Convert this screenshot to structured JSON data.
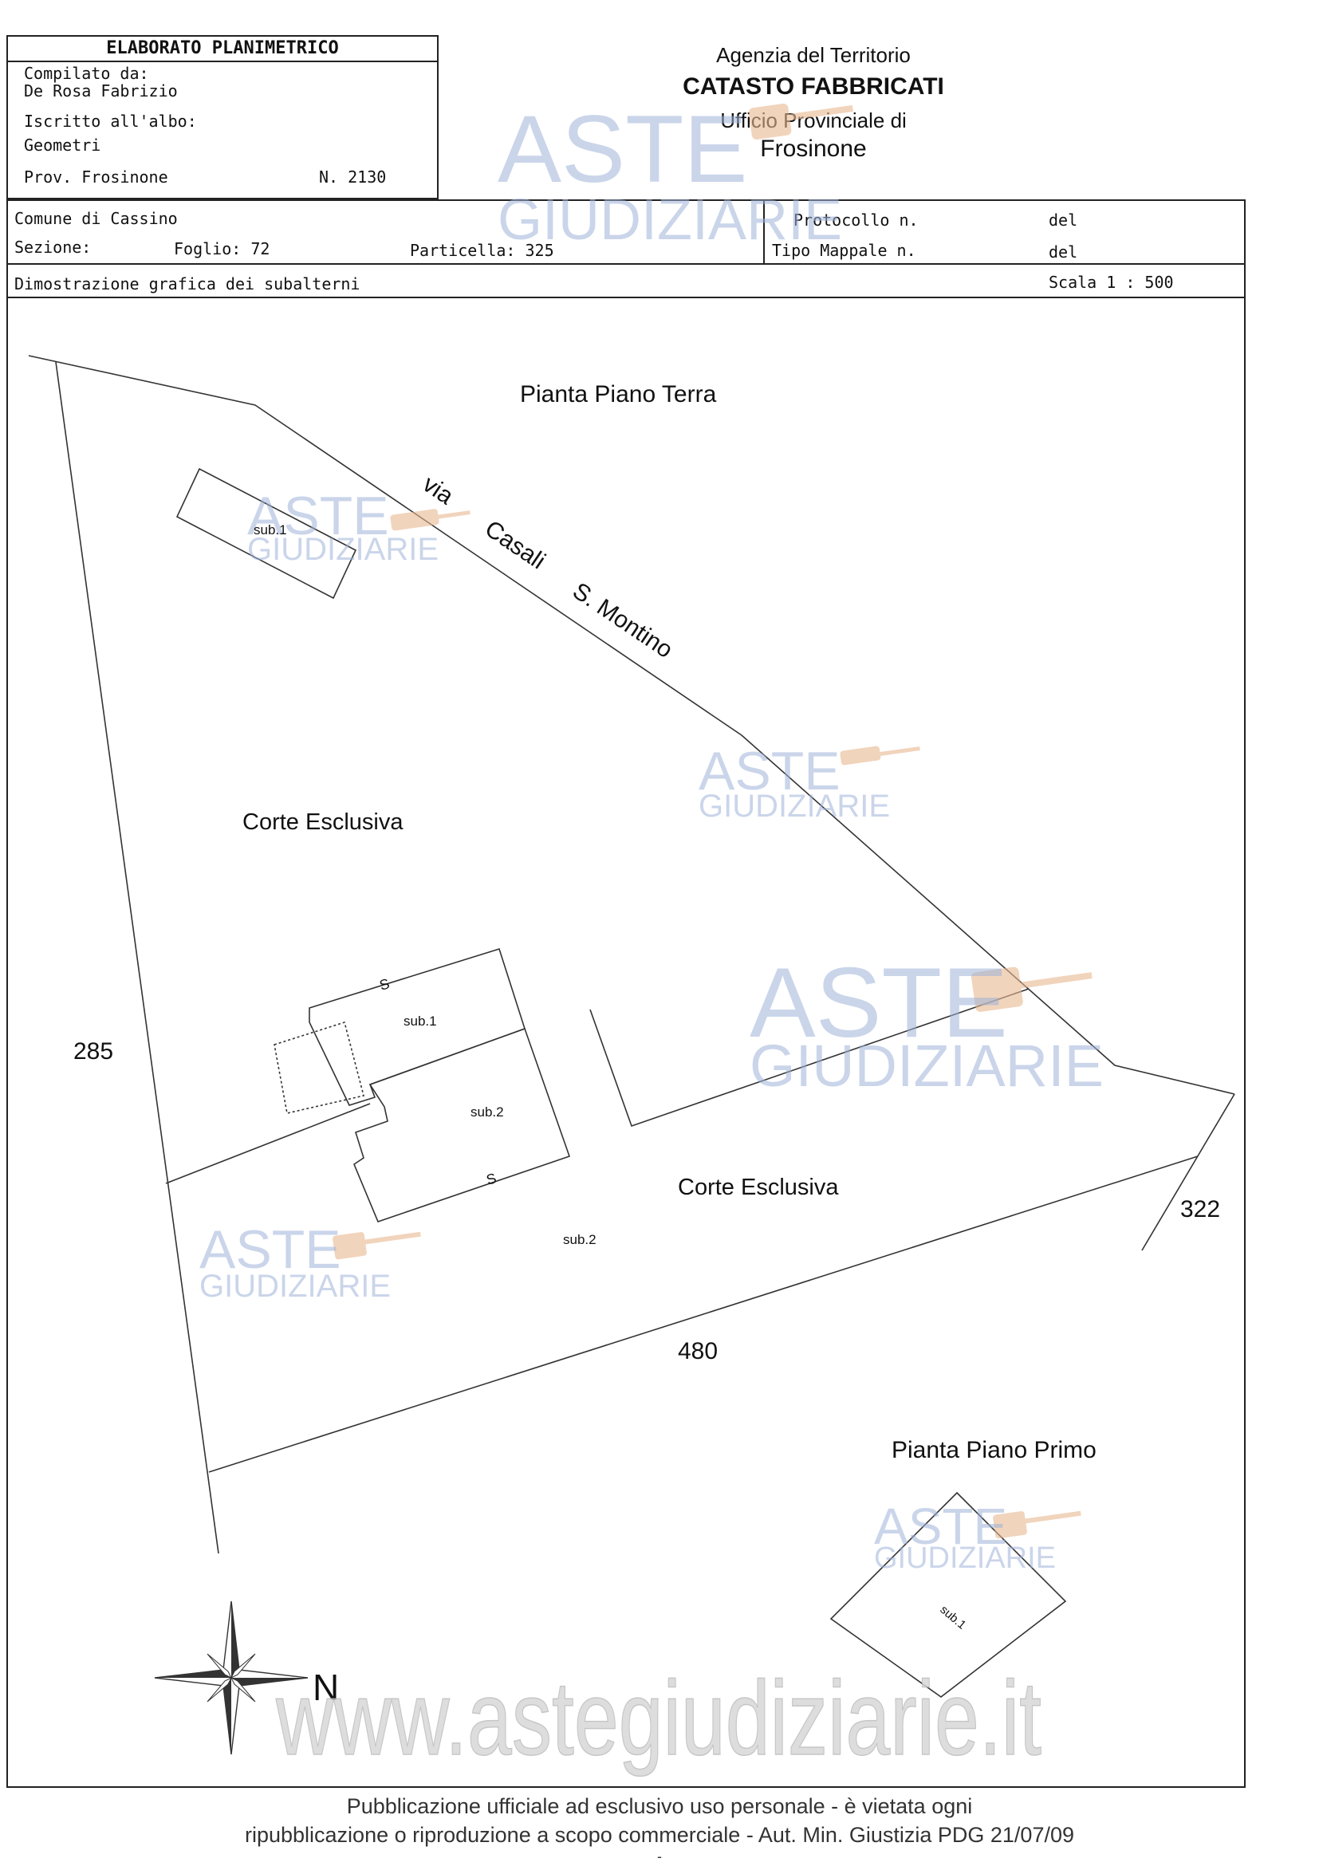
{
  "header": {
    "elaborato_title": "ELABORATO PLANIMETRICO",
    "compilato_label": "Compilato da:",
    "compilato_name": "De Rosa Fabrizio",
    "iscritto_label": "Iscritto all'albo:",
    "iscritto_value": "Geometri",
    "prov_label": "Prov. Frosinone",
    "n_label": "N.  2130",
    "agency_line1": "Agenzia del Territorio",
    "agency_line2": "CATASTO FABBRICATI",
    "agency_line3": "Ufficio Provinciale di",
    "agency_line4": "Frosinone"
  },
  "info_row": {
    "comune": "Comune di Cassino",
    "sezione": "Sezione:",
    "foglio": "Foglio: 72",
    "particella": "Particella: 325",
    "protocollo": "Protocollo n.",
    "protocollo_del": "del",
    "tipo_mappale": "Tipo Mappale n.",
    "tipo_del": "del",
    "dimostrazione": "Dimostrazione grafica dei subalterni",
    "scala": "Scala 1 : 500"
  },
  "plan": {
    "title_ground": "Pianta Piano Terra",
    "title_first": "Pianta Piano Primo",
    "street": [
      "via",
      "Casali",
      "S. Montino"
    ],
    "corte_1": "Corte Esclusiva",
    "corte_2": "Corte Esclusiva",
    "sub1_a": "sub.1",
    "sub1_b": "sub.1",
    "sub2_a": "sub.2",
    "sub2_b": "sub.2",
    "sub1_first": "sub.1",
    "s_mark_1": "S",
    "s_mark_2": "S",
    "num_285": "285",
    "num_322": "322",
    "num_480": "480",
    "north": "N"
  },
  "watermark": {
    "aste": "ASTE",
    "giudiziarie": "GIUDIZIARIE",
    "site": "www.astegiudiziarie.it"
  },
  "footer": {
    "line1": "Pubblicazione ufficiale ad esclusivo uso personale - è vietata ogni",
    "line2": "ripubblicazione o riproduzione a scopo commerciale - Aut. Min. Giustizia PDG 21/07/09",
    "line3": "-"
  }
}
